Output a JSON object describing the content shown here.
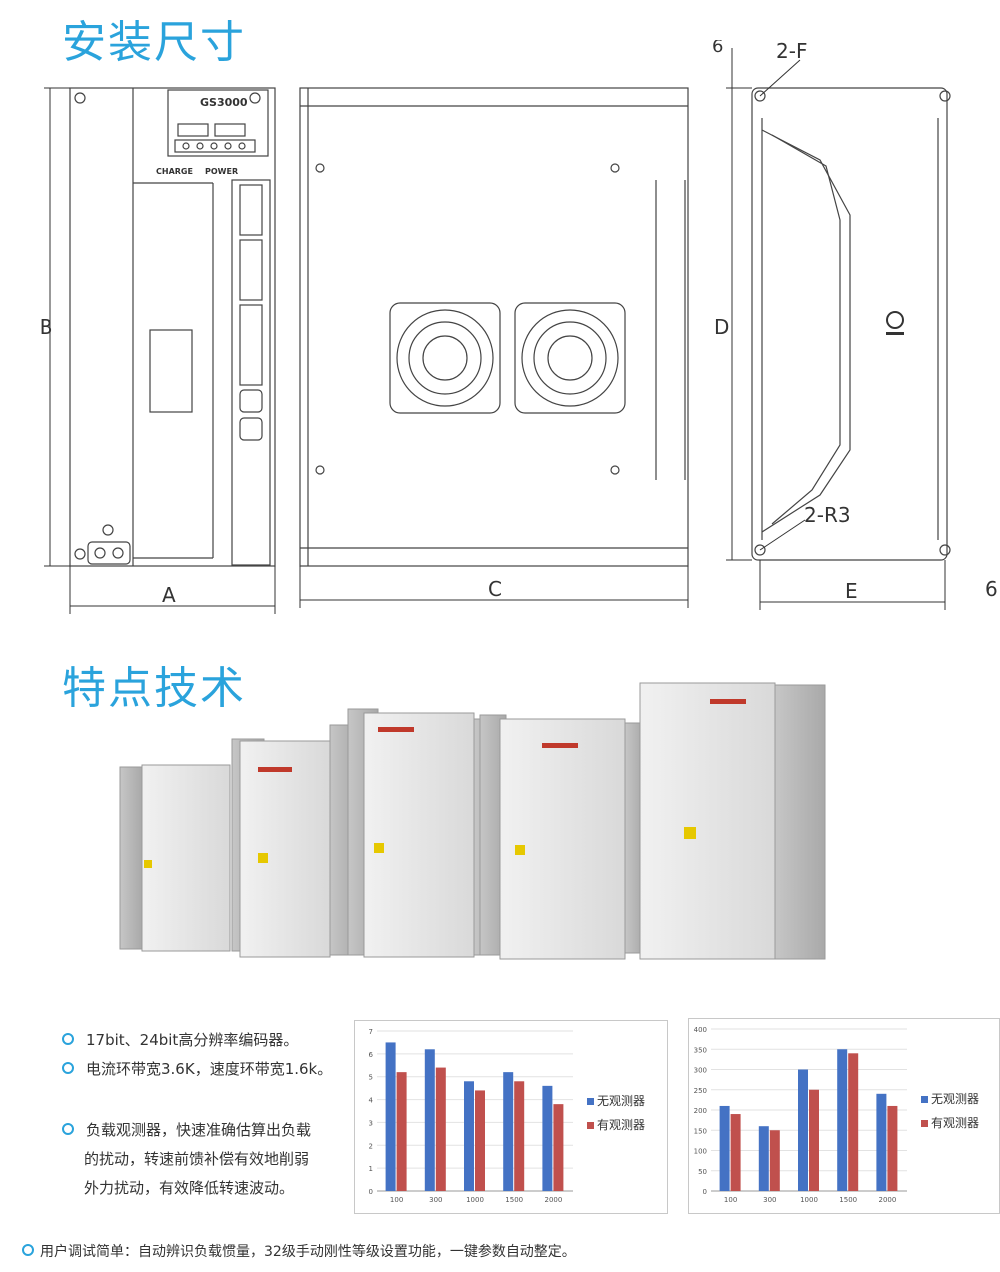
{
  "headings": {
    "install": "安装尺寸",
    "features": "特点技术"
  },
  "drawing": {
    "model": "GS3000",
    "front_labels": {
      "charge": "CHARGE",
      "power": "POWER"
    },
    "dims": {
      "A": "A",
      "B": "B",
      "C": "C",
      "D": "D",
      "E": "E",
      "F": "2-F",
      "R3": "2-R3",
      "six_top": "6",
      "six_right": "6"
    }
  },
  "features": [
    "17bit、24bit高分辨率编码器。",
    "电流环带宽3.6K，速度环带宽1.6k。",
    "负载观测器，快速准确估算出负载",
    "的扰动，转速前馈补偿有效地削弱",
    "外力扰动，有效降低转速波动。"
  ],
  "footer": "用户调试简单：自动辨识负载惯量，32级手动刚性等级设置功能，一键参数自动整定。",
  "colors": {
    "accent": "#2aa3dc",
    "series_a": "#4472c4",
    "series_b": "#c0504d"
  },
  "chart_data": [
    {
      "type": "bar",
      "categories": [
        "100",
        "300",
        "1000",
        "1500",
        "2000"
      ],
      "series": [
        {
          "name": "无观测器",
          "values": [
            6.5,
            6.2,
            4.8,
            5.2,
            4.6
          ]
        },
        {
          "name": "有观测器",
          "values": [
            5.2,
            5.4,
            4.4,
            4.8,
            3.8
          ]
        }
      ],
      "yticks": [
        "0",
        "1",
        "2",
        "3",
        "4",
        "5",
        "6",
        "7"
      ],
      "ylim": [
        0,
        7
      ],
      "legend": "right",
      "grid": true
    },
    {
      "type": "bar",
      "categories": [
        "100",
        "300",
        "1000",
        "1500",
        "2000"
      ],
      "series": [
        {
          "name": "无观测器",
          "values": [
            210,
            160,
            300,
            350,
            240
          ]
        },
        {
          "name": "有观测器",
          "values": [
            190,
            150,
            250,
            340,
            210
          ]
        }
      ],
      "yticks": [
        "0",
        "50",
        "100",
        "150",
        "200",
        "250",
        "300",
        "350",
        "400"
      ],
      "ylim": [
        0,
        400
      ],
      "legend": "right",
      "grid": true
    }
  ]
}
